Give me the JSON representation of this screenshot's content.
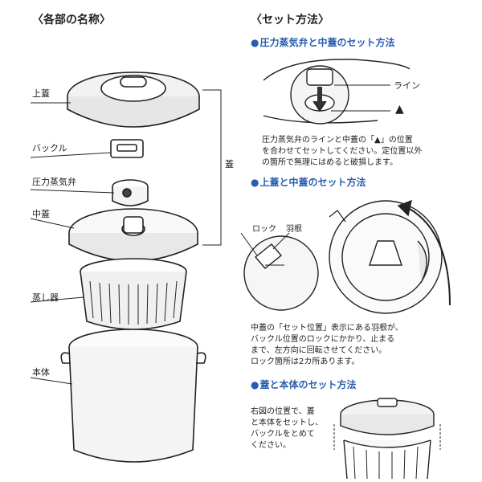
{
  "left_heading": "〈各部の名称〉",
  "right_heading": "〈セット方法〉",
  "parts": {
    "top_lid": "上蓋",
    "buckle": "バックル",
    "pressure_valve": "圧力蒸気弁",
    "middle_lid": "中蓋",
    "steamer": "蒸し器",
    "body": "本体",
    "lid_group": "蓋"
  },
  "section1": {
    "bullet": "●",
    "title": "圧力蒸気弁と中蓋のセット方法",
    "label_line": "ライン",
    "label_mark": "▲",
    "text_lines": [
      "圧力蒸気弁のラインと中蓋の「▲」の位置",
      "を合わせてセットしてください。定位置以外",
      "の箇所で無理にはめると破損します。"
    ]
  },
  "section2": {
    "bullet": "●",
    "title": "上蓋と中蓋のセット方法",
    "label_lock": "ロック",
    "label_blade": "羽根",
    "text_lines": [
      "中蓋の「セット位置」表示にある羽根が、",
      "バックル位置のロックにかかり、止まる",
      "まで、左方向に回転させてください。",
      "ロック箇所は2カ所あります。"
    ]
  },
  "section3": {
    "bullet": "●",
    "title": "蓋と本体のセット方法",
    "text_lines": [
      "右図の位置で、蓋",
      "と本体をセットし、",
      "バックルをとめて",
      "ください。"
    ]
  }
}
